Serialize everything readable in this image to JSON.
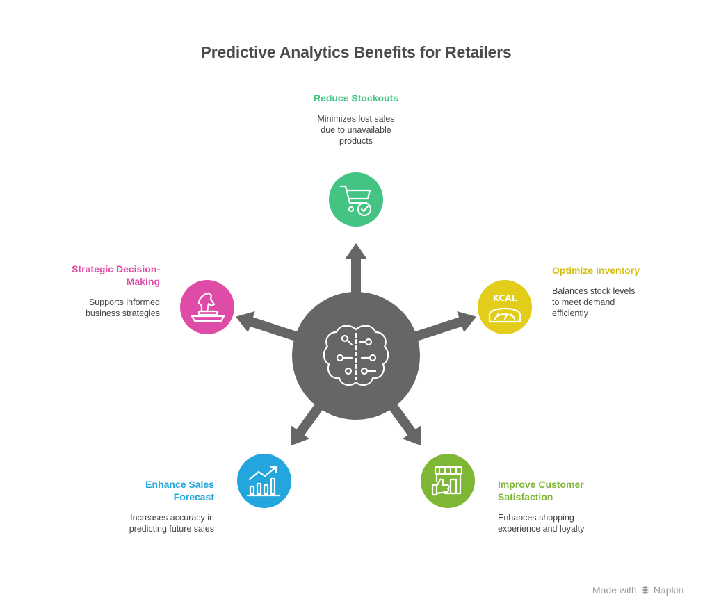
{
  "title": "Predictive Analytics Benefits for Retailers",
  "colors": {
    "hub": "#666666",
    "arrow": "#666666",
    "green": "#43c483",
    "yellow": "#e2cd1a",
    "lime": "#7db733",
    "blue": "#23a6dd",
    "pink": "#df4ca8"
  },
  "center": {
    "icon": "brain-circuit-icon"
  },
  "benefits": [
    {
      "key": "reduce-stockouts",
      "title": "Reduce Stockouts",
      "desc_lines": [
        "Minimizes lost sales",
        "due to unavailable",
        "products"
      ],
      "color": "#43c483",
      "icon": "cart-check-icon"
    },
    {
      "key": "optimize-inventory",
      "title": "Optimize Inventory",
      "desc_lines": [
        "Balances stock levels",
        "to meet demand",
        "efficiently"
      ],
      "color": "#e2cd1a",
      "icon": "kcal-scale-icon",
      "icon_text": "KCAL"
    },
    {
      "key": "customer-satisfaction",
      "title_lines": [
        "Improve Customer",
        "Satisfaction"
      ],
      "desc_lines": [
        "Enhances shopping",
        "experience and loyalty"
      ],
      "color": "#7db733",
      "icon": "store-thumbs-up-icon"
    },
    {
      "key": "sales-forecast",
      "title_lines": [
        "Enhance Sales",
        "Forecast"
      ],
      "desc_lines": [
        "Increases accuracy in",
        "predicting future sales"
      ],
      "color": "#23a6dd",
      "icon": "bar-chart-trend-icon"
    },
    {
      "key": "strategic-decision",
      "title_lines": [
        "Strategic Decision-",
        "Making"
      ],
      "desc_lines": [
        "Supports informed",
        "business strategies"
      ],
      "color": "#df4ca8",
      "icon": "chess-knight-icon"
    }
  ],
  "watermark": {
    "prefix": "Made with",
    "brand": "Napkin",
    "icon": "napkin-logo-icon"
  }
}
